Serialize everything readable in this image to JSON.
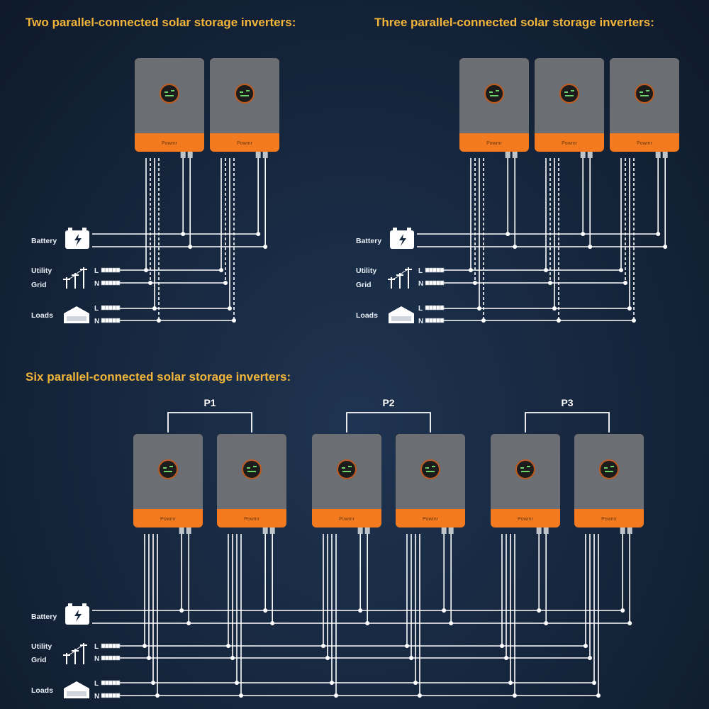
{
  "sections": {
    "two": {
      "title": "Two parallel-connected solar storage inverters:",
      "count": 2
    },
    "three": {
      "title": "Three parallel-connected solar storage inverters:",
      "count": 3
    },
    "six": {
      "title": "Six parallel-connected solar storage inverters:",
      "count": 6,
      "groups": [
        "P1",
        "P2",
        "P3"
      ]
    }
  },
  "labels": {
    "battery": "Battery",
    "utility_line1": "Utility",
    "utility_line2": "Grid",
    "loads": "Loads",
    "line": "L",
    "neutral": "N"
  },
  "inverter": {
    "brand_text": "Powmr"
  },
  "colors": {
    "title": "#f2b53a",
    "inverter_body": "#6b6e72",
    "inverter_band": "#f37a1f",
    "display": "#1c1c1c",
    "display_glyph": "#6dd66a",
    "wire": "#ffffff"
  },
  "icons": [
    "battery-icon",
    "utility-pole-icon",
    "home-load-icon",
    "inverter-display-icon"
  ]
}
